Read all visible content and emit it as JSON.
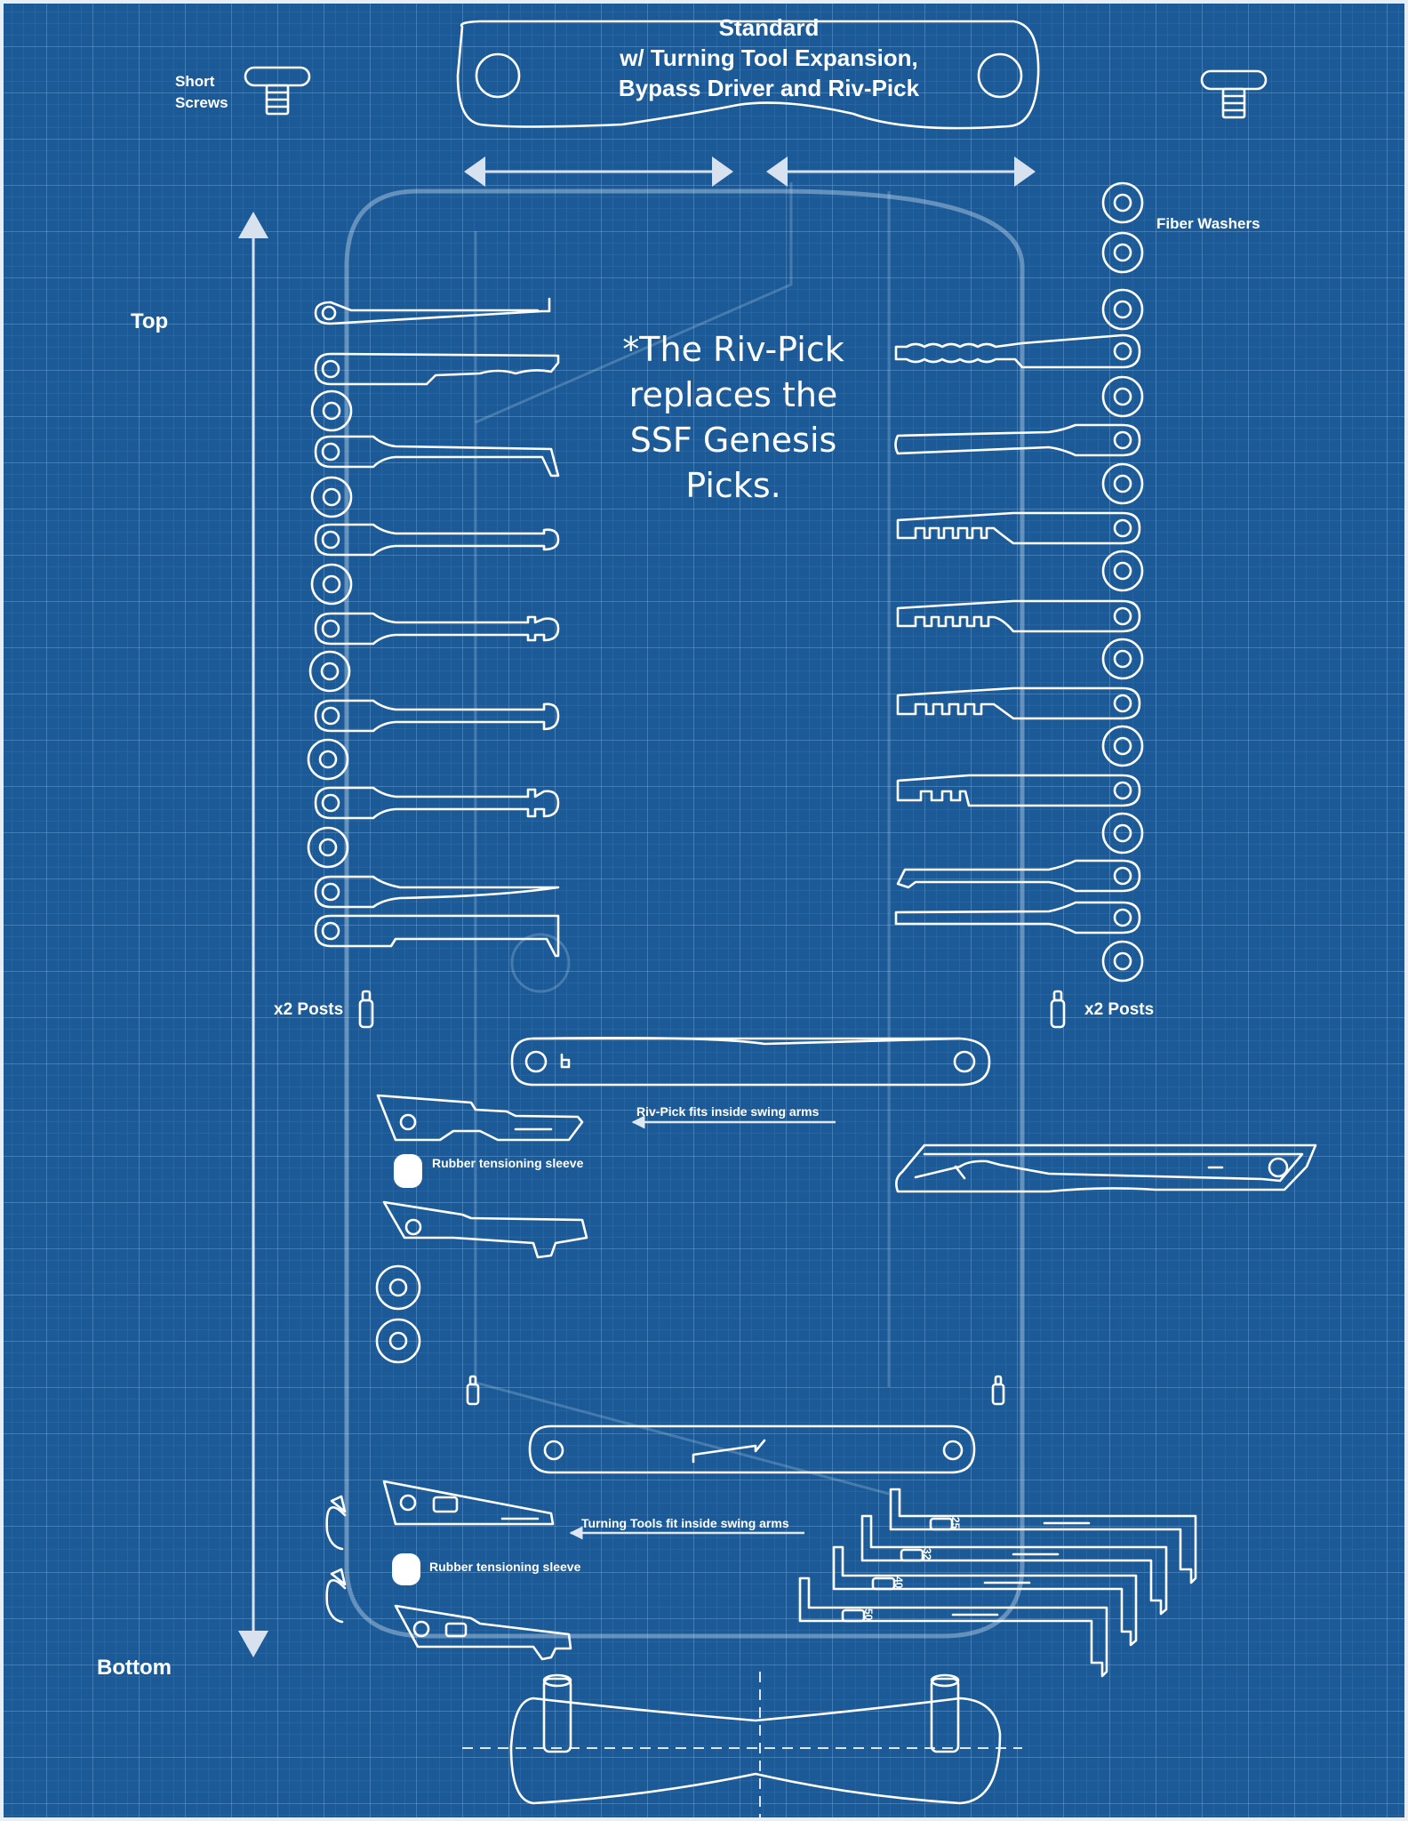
{
  "title": {
    "line1": "Standard",
    "line2": "w/ Turning Tool Expansion,",
    "line3": "Bypass Driver and Riv-Pick"
  },
  "labels": {
    "short_screws_1": "Short",
    "short_screws_2": "Screws",
    "fiber_washers": "Fiber Washers",
    "top": "Top",
    "bottom": "Bottom",
    "posts_left": "x2 Posts",
    "posts_right": "x2 Posts",
    "riv_pick_fits": "Riv-Pick fits inside swing arms",
    "rubber_sleeve_1": "Rubber tensioning sleeve",
    "rubber_sleeve_2": "Rubber tensioning sleeve",
    "turning_tools_fit": "Turning Tools fit inside swing arms"
  },
  "note": {
    "line1": "*The Riv-Pick",
    "line2": "replaces the",
    "line3": "SSF Genesis",
    "line4": "Picks."
  },
  "turning_tool_sizes": [
    "25",
    "32",
    "40",
    "50"
  ],
  "colors": {
    "background": "#1b5a96",
    "line": "#ffffff",
    "grid": "#78aadc"
  },
  "icons": [
    "screw-icon",
    "washer-icon",
    "pick-icon",
    "post-icon",
    "arrow-icon",
    "rotate-arrow-icon"
  ]
}
